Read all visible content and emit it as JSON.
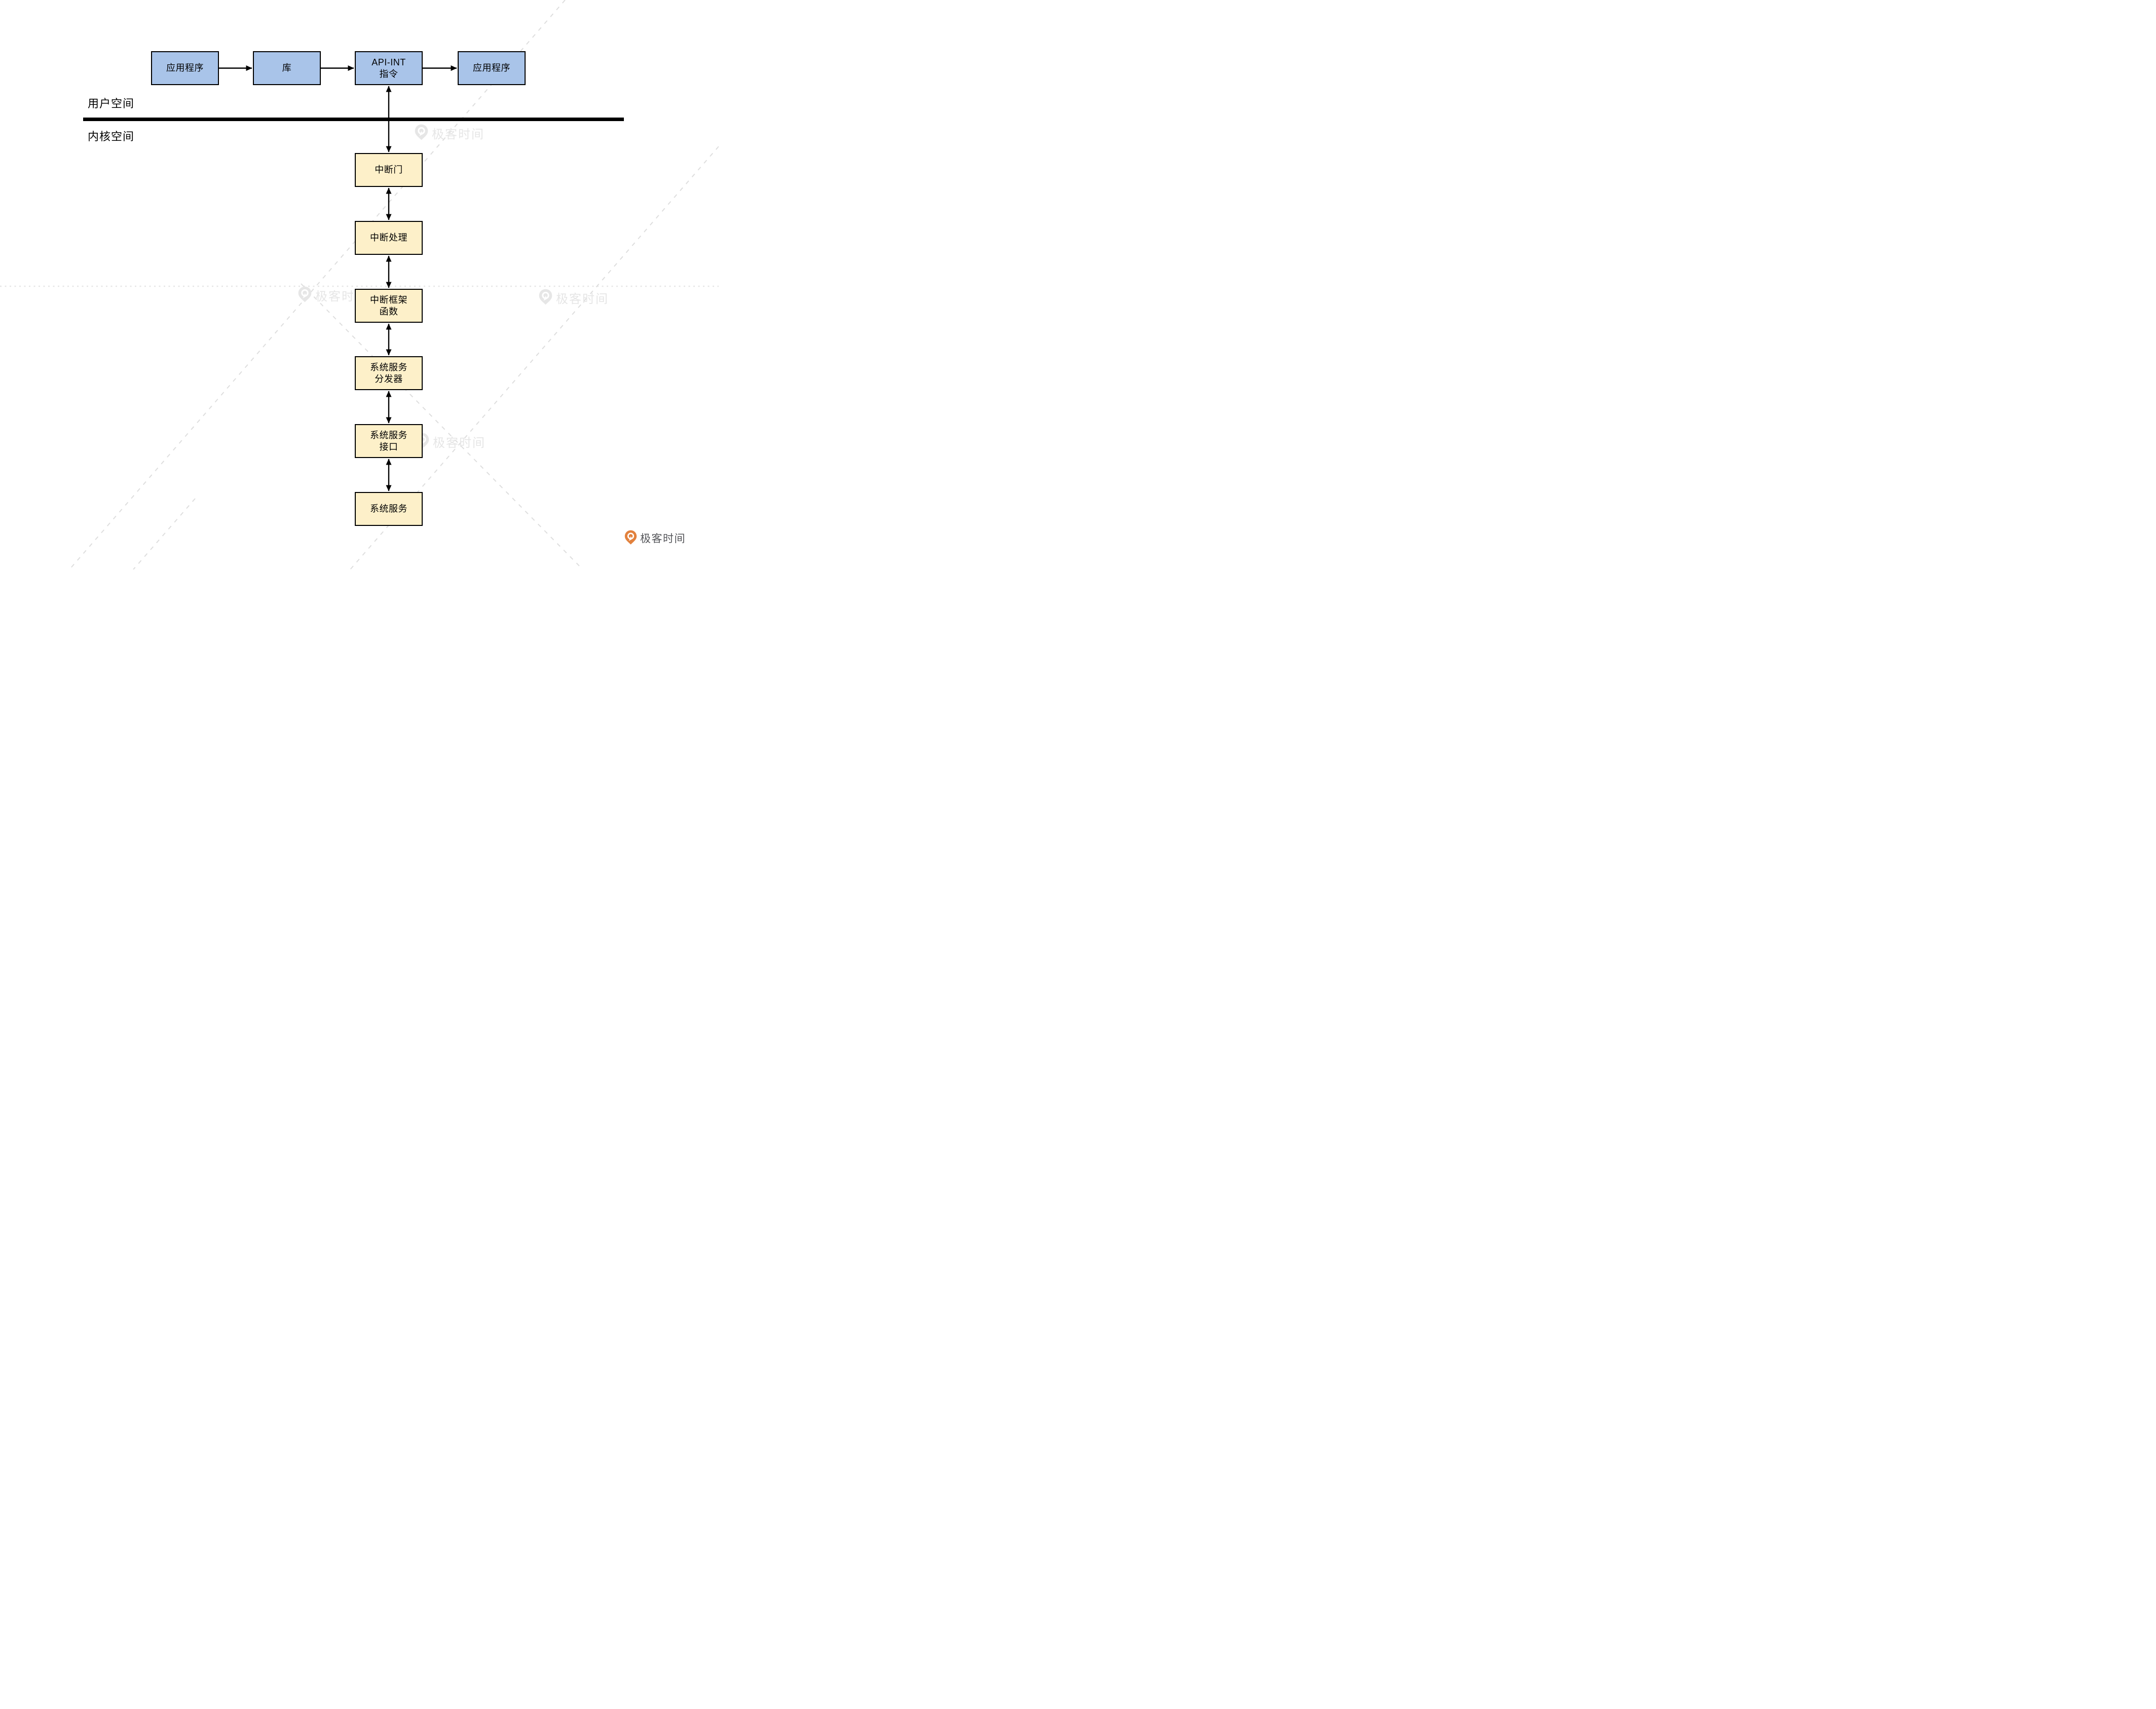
{
  "regions": {
    "user_space_label": "用户空间",
    "kernel_space_label": "内核空间"
  },
  "user_flow": [
    {
      "label": "应用程序"
    },
    {
      "label": "库"
    },
    {
      "label": "API-INT\n指令"
    },
    {
      "label": "应用程序"
    }
  ],
  "kernel_flow": [
    {
      "label": "中断门"
    },
    {
      "label": "中断处理"
    },
    {
      "label": "中断框架\n函数"
    },
    {
      "label": "系统服务\n分发器"
    },
    {
      "label": "系统服务\n接口"
    },
    {
      "label": "系统服务"
    }
  ],
  "watermark": {
    "brand_text": "极客时间"
  },
  "footer_logo": {
    "brand_text": "极客时间"
  },
  "colors": {
    "user_box_fill": "#a9c4e9",
    "kernel_box_fill": "#fdf0c9",
    "box_border": "#000000",
    "separator": "#000000",
    "watermark_gray": "#e6e6e6",
    "brand_orange": "#e2813d",
    "brand_text_gray": "#55565a"
  }
}
